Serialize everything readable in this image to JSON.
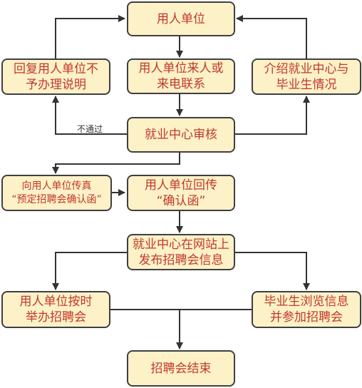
{
  "colors": {
    "node_fill": "#fdf1c8",
    "node_border": "#3f3f3f",
    "text": "#c0392b",
    "edge": "#333333"
  },
  "nodes": {
    "employer": {
      "lines": [
        "用人单位"
      ]
    },
    "reply_reject": {
      "lines": [
        "回复用人单位不",
        "予办理说明"
      ]
    },
    "employer_contact": {
      "lines": [
        "用人单位来人或",
        "来电联系"
      ]
    },
    "introduce": {
      "lines": [
        "介绍就业中心与",
        "毕业生情况"
      ]
    },
    "review": {
      "lines": [
        "就业中心审核"
      ]
    },
    "fax": {
      "lines": [
        "向用人单位传真",
        "“预定招聘会确认函”"
      ]
    },
    "return_fax": {
      "lines": [
        "用人单位回传",
        "“确认函”"
      ]
    },
    "publish": {
      "lines": [
        "就业中心在网站上",
        "发布招聘会信息"
      ]
    },
    "hold_fair": {
      "lines": [
        "用人单位按时",
        "举办招聘会"
      ]
    },
    "students_attend": {
      "lines": [
        "毕业生浏览信息",
        "并参加招聘会"
      ]
    },
    "end": {
      "lines": [
        "招聘会结束"
      ]
    }
  },
  "edge_labels": {
    "not_passed": "不通过"
  }
}
